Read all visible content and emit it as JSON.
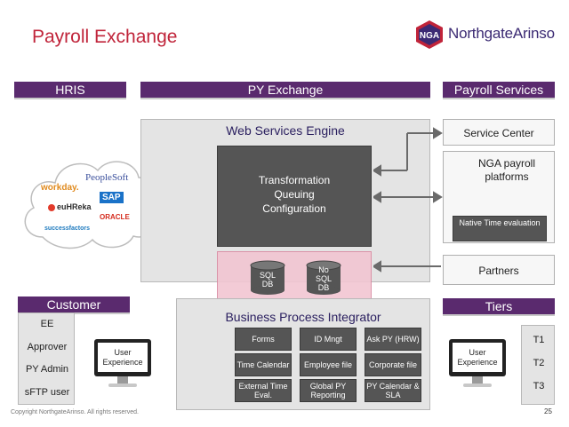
{
  "title": "Payroll Exchange",
  "logo": {
    "mark": "NGA",
    "brand": "NorthgateArinso"
  },
  "headers": {
    "hris": "HRIS",
    "py_exchange": "PY Exchange",
    "payroll_services": "Payroll Services",
    "customer": "Customer",
    "tiers": "Tiers"
  },
  "cloud_logos": [
    "workday.",
    "PeopleSoft",
    "euHReka",
    "SAP",
    "ORACLE",
    "successfactors"
  ],
  "web_services_engine": {
    "title": "Web Services Engine",
    "core": [
      "Transformation",
      "Queuing",
      "Configuration"
    ]
  },
  "databases": [
    {
      "line1": "SQL",
      "line2": "DB"
    },
    {
      "line1": "No",
      "line2": "SQL",
      "line3": "DB"
    }
  ],
  "bpi": {
    "title": "Business Process Integrator",
    "cells": [
      "Forms",
      "ID Mngt",
      "Ask PY (HRW)",
      "Time Calendar",
      "Employee file",
      "Corporate file",
      "External Time Eval.",
      "Global PY Reporting",
      "PY Calendar & SLA"
    ]
  },
  "services": {
    "service_center": "Service Center",
    "nga_platforms": "NGA payroll platforms",
    "native_time": "Native Time evaluation",
    "partners": "Partners"
  },
  "customer_roles": [
    "EE",
    "Approver",
    "PY Admin",
    "sFTP user"
  ],
  "user_experience": "User Experience",
  "tiers": [
    "T1",
    "T2",
    "T3"
  ],
  "footer": "Copyright NorthgateArinso. All rights reserved.",
  "page_number": "25",
  "colors": {
    "accent_purple": "#5a2a6e",
    "title_red": "#c0243a",
    "db_highlight": "#f2c6d2"
  }
}
